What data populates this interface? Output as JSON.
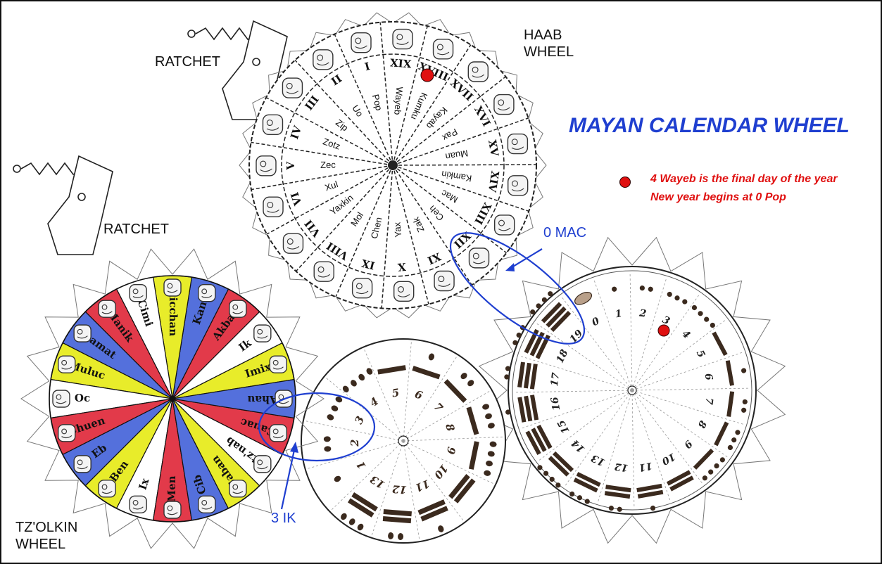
{
  "title": "MAYAN CALENDAR WHEEL",
  "labels": {
    "haab_wheel": "HAAB\nWHEEL",
    "tzolkin_wheel": "TZ'OLKIN\nWHEEL",
    "ratchet_top": "RATCHET",
    "ratchet_left": "RATCHET"
  },
  "legend": {
    "line1": "4 Wayeb is the final day of the year",
    "line2": "New year begins at 0 Pop",
    "marker_color": "#e01010"
  },
  "callouts": {
    "mac": "0 MAC",
    "ik": "3 IK",
    "color": "#1f3fd0"
  },
  "haab": {
    "months": [
      "Pop",
      "Uo",
      "Zip",
      "Zotz",
      "Zec",
      "Xul",
      "Yaxkin",
      "Mol",
      "Chen",
      "Yax",
      "Zak",
      "Ceh",
      "Mac",
      "Kamkin",
      "Muan",
      "Pax",
      "Kayab",
      "Kumku",
      "Wayeb"
    ],
    "numerals": [
      "I",
      "II",
      "III",
      "IV",
      "V",
      "VI",
      "VII",
      "VIII",
      "IX",
      "X",
      "XI",
      "XII",
      "XIII",
      "XIV",
      "XV",
      "XVI",
      "XVII",
      "XVIII",
      "XIX"
    ]
  },
  "tzolkin": {
    "days": [
      "Imix",
      "Ik",
      "Akbal",
      "Kan",
      "Chicchan",
      "Cimi",
      "Manik",
      "Lamat",
      "Muluc",
      "Oc",
      "Chuen",
      "Eb",
      "Ben",
      "Ix",
      "Men",
      "Cib",
      "Caban",
      "Etz'nab",
      "Cauac",
      "Ahau"
    ],
    "palette": [
      "#e8ec2a",
      "#ffffff",
      "#e23a4a",
      "#5470dc"
    ]
  },
  "number_wheel_13": {
    "numbers": [
      "1",
      "2",
      "3",
      "4",
      "5",
      "6",
      "7",
      "8",
      "9",
      "10",
      "11",
      "12",
      "13"
    ]
  },
  "number_wheel_20": {
    "numbers": [
      "0",
      "1",
      "2",
      "3",
      "4",
      "5",
      "6",
      "7",
      "8",
      "9",
      "10",
      "11",
      "12",
      "13",
      "14",
      "15",
      "16",
      "17",
      "18",
      "19"
    ]
  }
}
